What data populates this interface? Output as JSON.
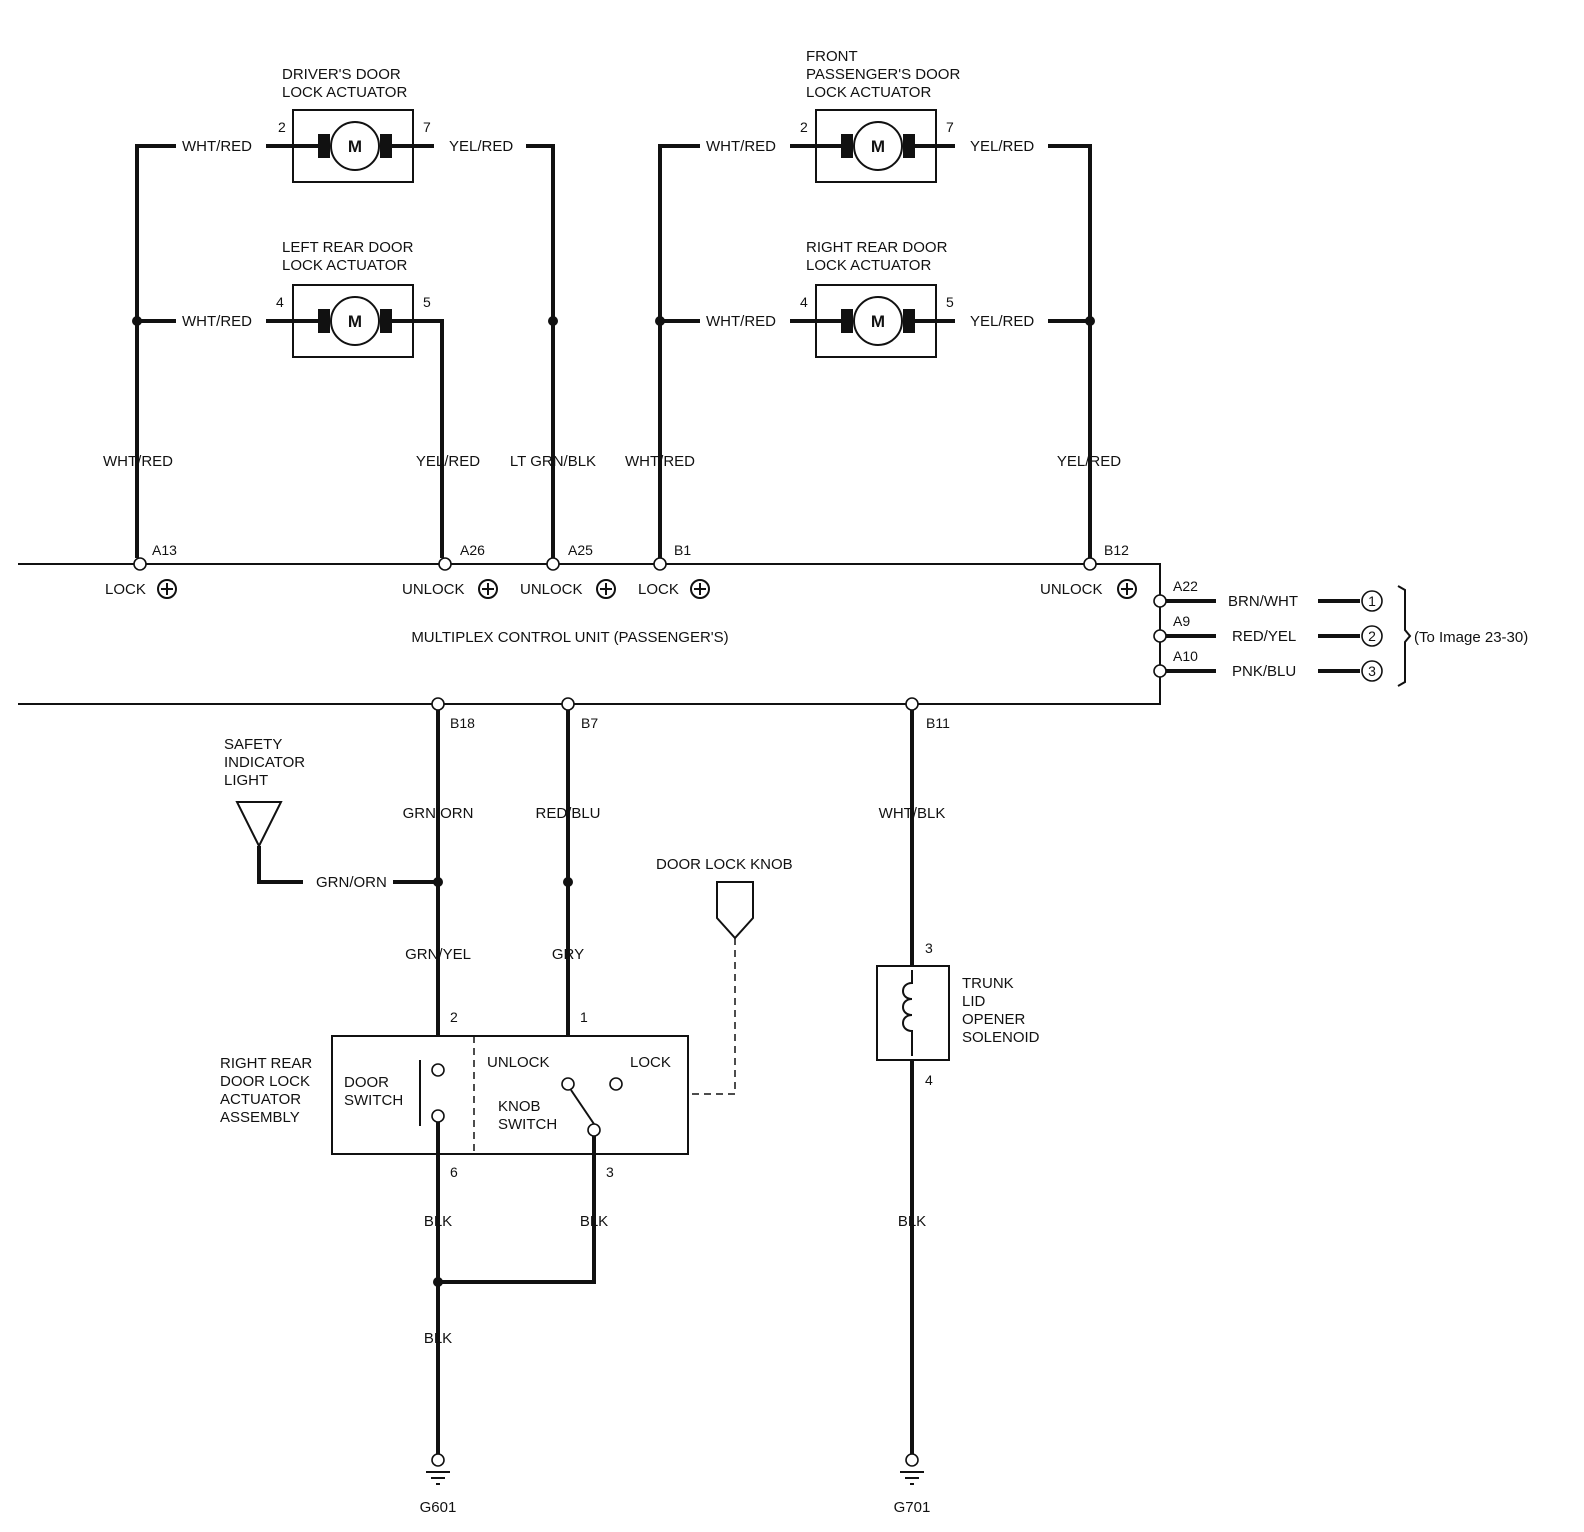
{
  "components": {
    "drivers_door": [
      "DRIVER'S DOOR",
      "LOCK ACTUATOR"
    ],
    "left_rear_door": [
      "LEFT REAR DOOR",
      "LOCK ACTUATOR"
    ],
    "front_passenger_door": [
      "FRONT",
      "PASSENGER'S DOOR",
      "LOCK ACTUATOR"
    ],
    "right_rear_door": [
      "RIGHT REAR DOOR",
      "LOCK ACTUATOR"
    ],
    "motor_symbol": "M",
    "safety_light": [
      "SAFETY",
      "INDICATOR",
      "LIGHT"
    ],
    "door_lock_knob": "DOOR LOCK KNOB",
    "rr_assembly": [
      "RIGHT REAR",
      "DOOR LOCK",
      "ACTUATOR",
      "ASSEMBLY"
    ],
    "door_switch": [
      "DOOR",
      "SWITCH"
    ],
    "knob_switch": [
      "KNOB",
      "SWITCH"
    ],
    "unlock": "UNLOCK",
    "lock": "LOCK",
    "trunk_solenoid": [
      "TRUNK",
      "LID",
      "OPENER",
      "SOLENOID"
    ],
    "control_unit": "MULTIPLEX CONTROL UNIT (PASSENGER'S)",
    "to_image": "(To Image 23-30)"
  },
  "wires": {
    "wht_red": "WHT/RED",
    "yel_red": "YEL/RED",
    "lt_grn_blk": "LT GRN/BLK",
    "brn_wht": "BRN/WHT",
    "red_yel": "RED/YEL",
    "pnk_blu": "PNK/BLU",
    "grn_orn": "GRN/ORN",
    "red_blu": "RED/BLU",
    "wht_blk": "WHT/BLK",
    "grn_yel": "GRN/YEL",
    "gry": "GRY",
    "blk": "BLK"
  },
  "unit_terminals": {
    "a13": "A13",
    "a26": "A26",
    "a25": "A25",
    "b1": "B1",
    "b12": "B12",
    "a22": "A22",
    "a9": "A9",
    "a10": "A10",
    "b18": "B18",
    "b7": "B7",
    "b11": "B11"
  },
  "terminal_functions": {
    "lock": "LOCK",
    "unlock": "UNLOCK"
  },
  "pins": {
    "p1": "1",
    "p2": "2",
    "p3": "3",
    "p4": "4",
    "p5": "5",
    "p6": "6",
    "p7": "7"
  },
  "connector_refs": [
    "1",
    "2",
    "3"
  ],
  "grounds": {
    "g601": "G601",
    "g701": "G701"
  }
}
